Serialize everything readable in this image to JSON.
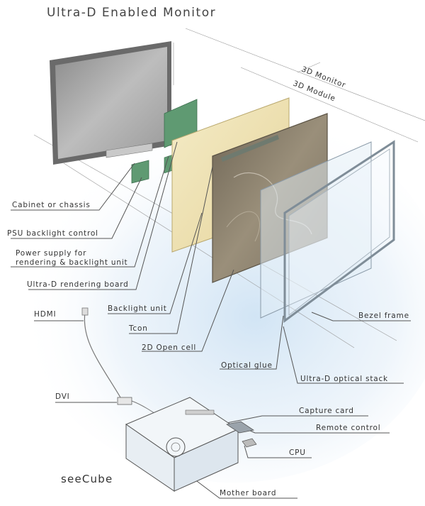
{
  "title": "Ultra-D Enabled Monitor",
  "dimension_labels": {
    "monitor": "3D Monitor",
    "module": "3D Module"
  },
  "left_labels": [
    "Cabinet or chassis",
    "PSU backlight control",
    "Power supply for",
    "rendering & backlight unit",
    "Ultra-D rendering board",
    "HDMI",
    "Backlight unit",
    "Tcon",
    "2D Open cell",
    "Optical glue",
    "DVI"
  ],
  "right_labels": [
    "Bezel frame",
    "Ultra-D optical stack",
    "Capture card",
    "Remote control",
    "CPU",
    "Mother board"
  ],
  "product_name": "seeCube",
  "colors": {
    "panel_yellow": "#efe3b4",
    "panel_bronze": "#8c8270",
    "board_green": "#5f9a72",
    "glow_blue": "#cfe3f4"
  }
}
